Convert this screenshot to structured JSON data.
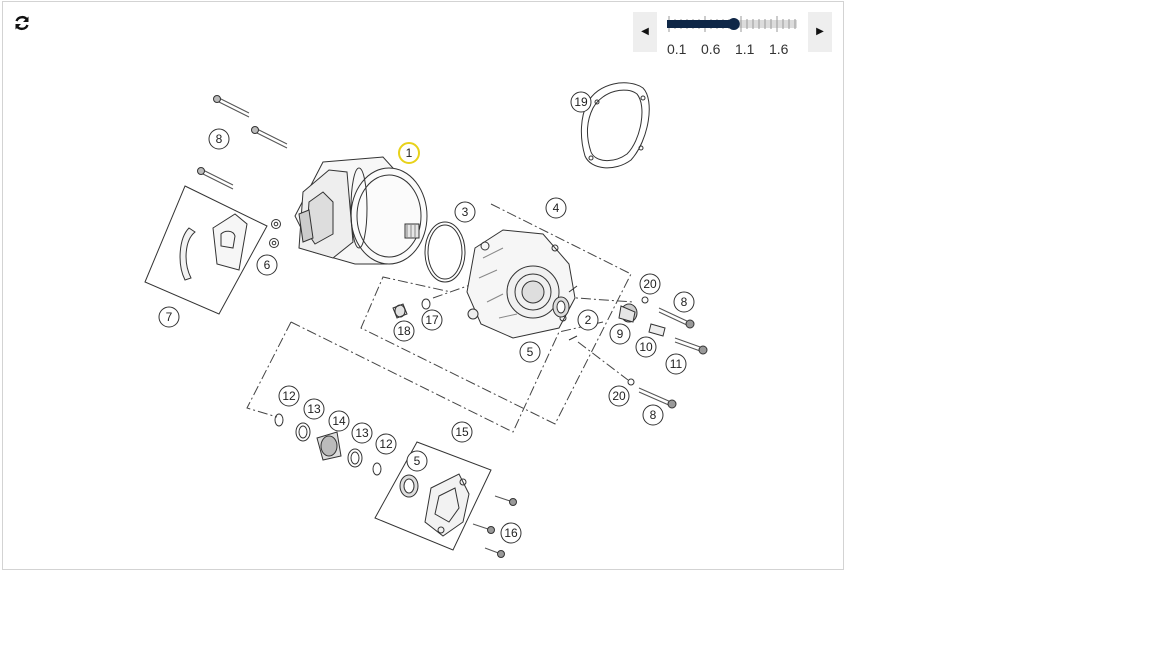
{
  "controls": {
    "refresh_icon": "refresh-icon",
    "prev_icon": "◀",
    "next_icon": "▶",
    "zoom": {
      "ticks": [
        "0.1",
        "0.6",
        "1.1",
        "1.6"
      ],
      "value": 1.0,
      "min": 0.1,
      "max": 2.0
    }
  },
  "colors": {
    "slider_fill": "#0f2747",
    "highlight": "#e8d21a",
    "line": "#333333"
  },
  "callouts": {
    "c1": "1",
    "c2": "2",
    "c3": "3",
    "c4": "4",
    "c5a": "5",
    "c5b": "5",
    "c6": "6",
    "c7": "7",
    "c8a": "8",
    "c8b": "8",
    "c8c": "8",
    "c9": "9",
    "c10": "10",
    "c11": "11",
    "c12a": "12",
    "c12b": "12",
    "c13a": "13",
    "c13b": "13",
    "c14": "14",
    "c15": "15",
    "c16": "16",
    "c17": "17",
    "c18": "18",
    "c19": "19",
    "c20a": "20",
    "c20b": "20"
  }
}
